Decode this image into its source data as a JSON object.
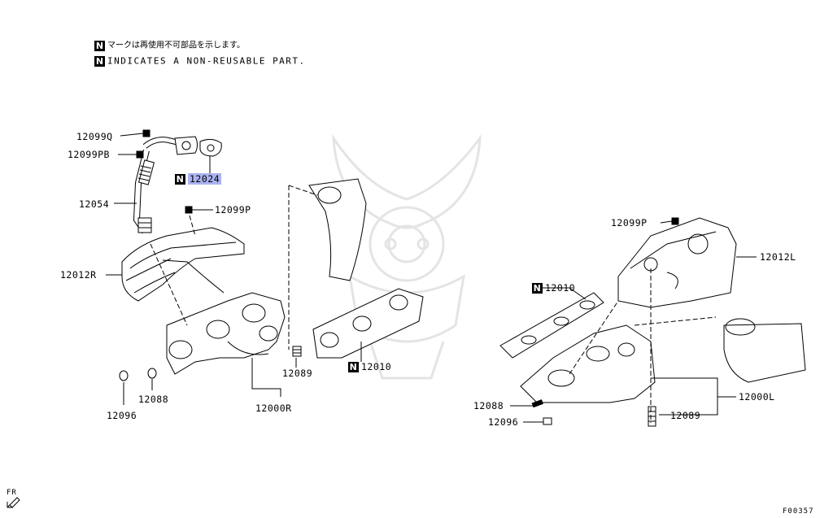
{
  "legend": {
    "mark": "N",
    "line_jp": "マークは再使用不可部品を示します。",
    "line_en": "INDICATES A NON-REUSABLE PART."
  },
  "parts": {
    "p12099Q": "12099Q",
    "p12099PB": "12099PB",
    "p12024": "12024",
    "p12054": "12054",
    "p12099P_left": "12099P",
    "p12012R": "12012R",
    "p12010_left": "12010",
    "p12089_left": "12089",
    "p12096_left": "12096",
    "p12088_left": "12088",
    "p12000R": "12000R",
    "p12099P_right": "12099P",
    "p12012L": "12012L",
    "p12010_right": "12010",
    "p12088_right": "12088",
    "p12096_right": "12096",
    "p12089_right": "12089",
    "p12000L": "12000L"
  },
  "direction": "FR",
  "figure_code": "F00357",
  "colors": {
    "highlight": "#aab3f0",
    "watermark": "#e6e6e6"
  }
}
